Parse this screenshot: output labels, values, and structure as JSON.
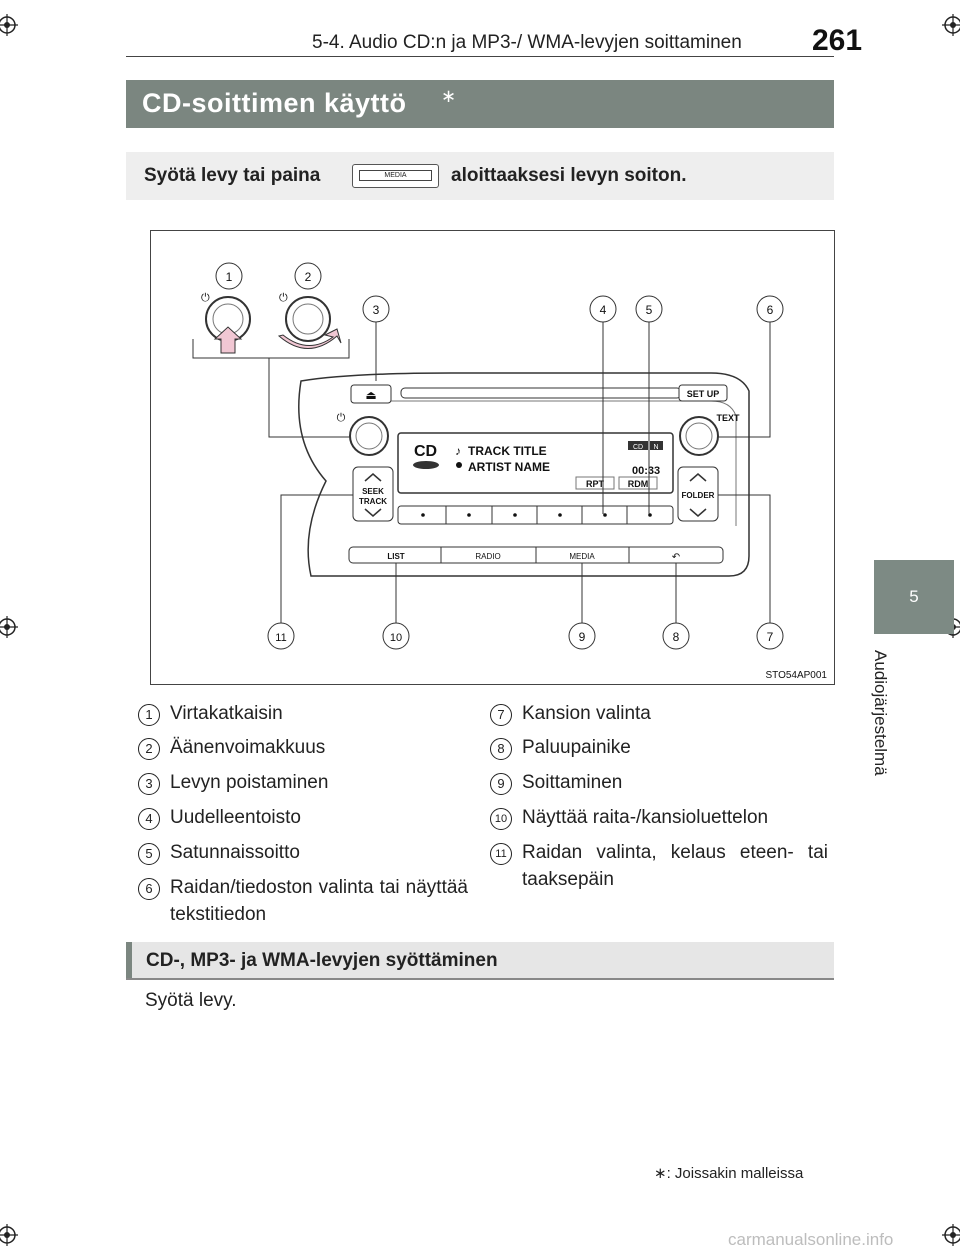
{
  "header": {
    "running_head": "5-4. Audio CD:n ja MP3-/ WMA-levyjen soittaminen",
    "page_number": "261"
  },
  "side_tab": {
    "chapter": "5",
    "label": "Audiojärjestelmä"
  },
  "title": {
    "text": "CD-soittimen käyttö",
    "asterisk": "∗"
  },
  "instruction": {
    "before": "Syötä levy tai paina",
    "key_label": "MEDIA",
    "after": "aloittaaksesi levyn soiton."
  },
  "figure": {
    "code": "STO54AP001",
    "display": {
      "source": "CD",
      "track_title": "TRACK TITLE",
      "artist_name": "ARTIST NAME",
      "time": "00:33",
      "badge_cd": "CD",
      "badge_n": "N",
      "rpt": "RPT",
      "rdm": "RDM"
    },
    "buttons": {
      "eject": "⏏",
      "setup": "SET UP",
      "text": "TEXT",
      "seek_track": [
        "SEEK",
        "TRACK"
      ],
      "folder": "FOLDER",
      "list": "LIST",
      "radio": "RADIO",
      "media": "MEDIA",
      "back": "↶",
      "power": "⏻"
    },
    "callouts": [
      "1",
      "2",
      "3",
      "4",
      "5",
      "6",
      "7",
      "8",
      "9",
      "10",
      "11"
    ]
  },
  "legend": {
    "left": [
      {
        "num": "1",
        "text": "Virtakatkaisin"
      },
      {
        "num": "2",
        "text": "Äänenvoimakkuus"
      },
      {
        "num": "3",
        "text": "Levyn poistaminen"
      },
      {
        "num": "4",
        "text": "Uudelleentoisto"
      },
      {
        "num": "5",
        "text": "Satunnaissoitto"
      },
      {
        "num": "6",
        "text": "Raidan/tiedoston valinta tai näyttää tekstitiedon"
      }
    ],
    "right": [
      {
        "num": "7",
        "text": "Kansion valinta"
      },
      {
        "num": "8",
        "text": "Paluupainike"
      },
      {
        "num": "9",
        "text": "Soittaminen"
      },
      {
        "num": "10",
        "text": "Näyttää raita-/kansioluettelon"
      },
      {
        "num": "11",
        "text": "Raidan valinta, kelaus eteen- tai taaksepäin"
      }
    ]
  },
  "section": {
    "title": "CD-, MP3- ja WMA-levyjen syöttäminen"
  },
  "body_text": "Syötä levy.",
  "footnote": {
    "mark": "∗",
    "text": ": Joissakin malleissa"
  },
  "watermark": "carmanualsonline.info"
}
